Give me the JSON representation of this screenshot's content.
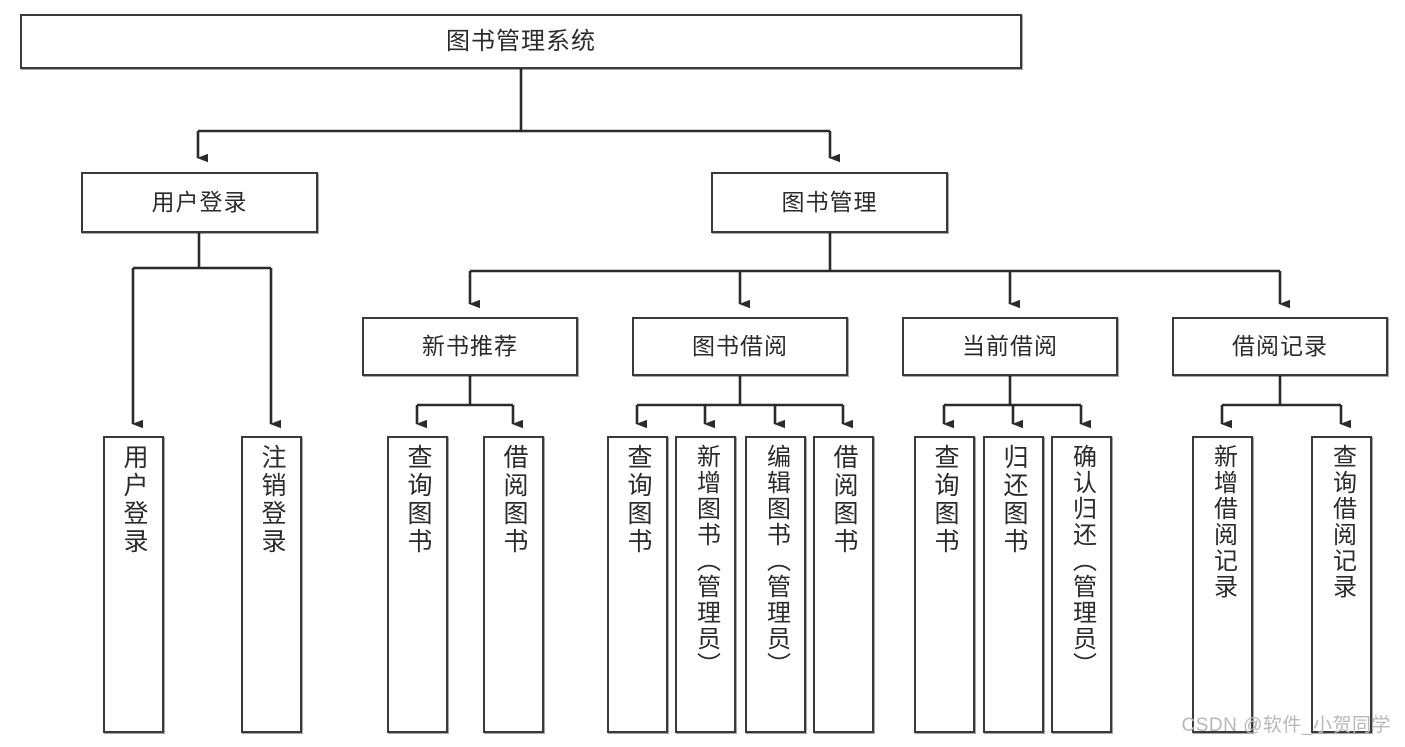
{
  "diagram": {
    "title": "图书管理系统",
    "type": "tree",
    "orientation": "top-down",
    "colors": {
      "box_border": "#3a3a3a",
      "box_fill": "#ffffff",
      "connector": "#2b2b2b",
      "text": "#2b2b2b",
      "watermark": "#b8b8b8"
    }
  },
  "watermark": {
    "text": "CSDN @软件_小贺同学"
  },
  "levels": {
    "root": {
      "label": "图书管理系统"
    },
    "level2": [
      {
        "id": "user-login",
        "label": "用户登录"
      },
      {
        "id": "book-manage",
        "label": "图书管理"
      }
    ],
    "level3": [
      {
        "id": "new-book-recommend",
        "label": "新书推荐"
      },
      {
        "id": "book-borrow",
        "label": "图书借阅"
      },
      {
        "id": "current-borrow",
        "label": "当前借阅"
      },
      {
        "id": "borrow-record",
        "label": "借阅记录"
      }
    ],
    "leaves": {
      "user-login": [
        {
          "id": "leaf-user-login",
          "label": "用户登录"
        },
        {
          "id": "leaf-user-logout",
          "label": "注销登录"
        }
      ],
      "new-book-recommend": [
        {
          "id": "leaf-query-book-1",
          "label": "查询图书"
        },
        {
          "id": "leaf-borrow-book-1",
          "label": "借阅图书"
        }
      ],
      "book-borrow": [
        {
          "id": "leaf-query-book-2",
          "label": "查询图书"
        },
        {
          "id": "leaf-add-book",
          "label": "新增图书（管理员）"
        },
        {
          "id": "leaf-edit-book",
          "label": "编辑图书（管理员）"
        },
        {
          "id": "leaf-borrow-book-2",
          "label": "借阅图书"
        }
      ],
      "current-borrow": [
        {
          "id": "leaf-query-book-3",
          "label": "查询图书"
        },
        {
          "id": "leaf-return-book",
          "label": "归还图书"
        },
        {
          "id": "leaf-confirm-return",
          "label": "确认归还（管理员）"
        }
      ],
      "borrow-record": [
        {
          "id": "leaf-add-record",
          "label": "新增借阅记录"
        },
        {
          "id": "leaf-query-record",
          "label": "查询借阅记录"
        }
      ]
    }
  }
}
